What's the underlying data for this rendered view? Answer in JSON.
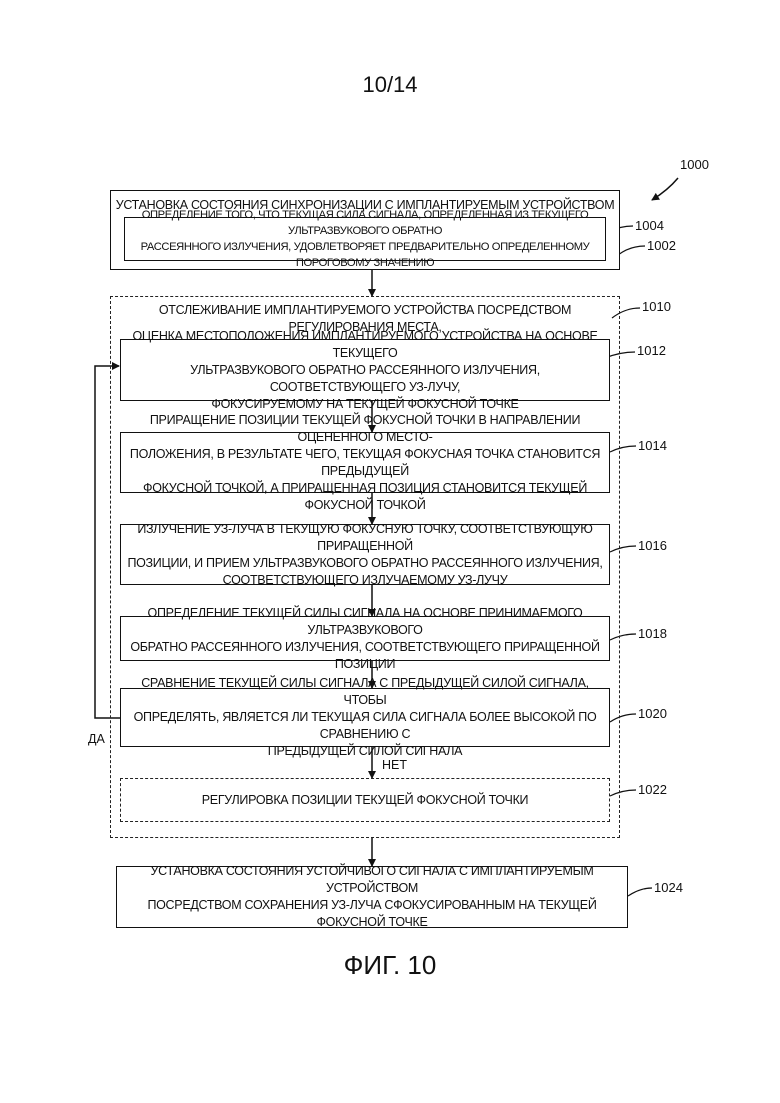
{
  "page_number": "10/14",
  "figure_ref": "1000",
  "figure_caption": "ФИГ. 10",
  "blocks": {
    "b1002": {
      "ref": "1002",
      "text": "УСТАНОВКА СОСТОЯНИЯ СИНХРОНИЗАЦИИ С ИМПЛАНТИРУЕМЫМ УСТРОЙСТВОМ"
    },
    "b1004": {
      "ref": "1004",
      "text": "ОПРЕДЕЛЕНИЕ ТОГО, ЧТО ТЕКУЩАЯ СИЛА СИГНАЛА, ОПРЕДЕЛЕННАЯ ИЗ ТЕКУЩЕГО УЛЬТРАЗВУКОВОГО ОБРАТНО\nРАССЕЯННОГО ИЗЛУЧЕНИЯ, УДОВЛЕТВОРЯЕТ ПРЕДВАРИТЕЛЬНО ОПРЕДЕЛЕННОМУ ПОРОГОВОМУ ЗНАЧЕНИЮ"
    },
    "b1010": {
      "ref": "1010",
      "text": "ОТСЛЕЖИВАНИЕ ИМПЛАНТИРУЕМОГО УСТРОЙСТВА ПОСРЕДСТВОМ РЕГУЛИРОВАНИЯ МЕСТА,\nКУДА УЗ-ЛУЧ ФОКУСИРУЕТСЯ"
    },
    "b1012": {
      "ref": "1012",
      "text": "ОЦЕНКА МЕСТОПОЛОЖЕНИЯ ИМПЛАНТИРУЕМОГО УСТРОЙСТВА НА ОСНОВЕ ТЕКУЩЕГО\nУЛЬТРАЗВУКОВОГО ОБРАТНО РАССЕЯННОГО ИЗЛУЧЕНИЯ, СООТВЕТСТВУЮЩЕГО УЗ-ЛУЧУ,\nФОКУСИРУЕМОМУ НА ТЕКУЩЕЙ ФОКУСНОЙ ТОЧКЕ"
    },
    "b1014": {
      "ref": "1014",
      "text": "ПРИРАЩЕНИЕ ПОЗИЦИИ ТЕКУЩЕЙ ФОКУСНОЙ ТОЧКИ В НАПРАВЛЕНИИ ОЦЕНЕННОГО МЕСТО-\nПОЛОЖЕНИЯ, В РЕЗУЛЬТАТЕ ЧЕГО, ТЕКУЩАЯ ФОКУСНАЯ ТОЧКА СТАНОВИТСЯ ПРЕДЫДУЩЕЙ\nФОКУСНОЙ ТОЧКОЙ, А ПРИРАЩЕННАЯ ПОЗИЦИЯ СТАНОВИТСЯ ТЕКУЩЕЙ ФОКУСНОЙ ТОЧКОЙ"
    },
    "b1016": {
      "ref": "1016",
      "text": "ИЗЛУЧЕНИЕ УЗ-ЛУЧА В ТЕКУЩУЮ ФОКУСНУЮ ТОЧКУ, СООТВЕТСТВУЮЩУЮ ПРИРАЩЕННОЙ\nПОЗИЦИИ, И ПРИЕМ УЛЬТРАЗВУКОВОГО ОБРАТНО РАССЕЯННОГО ИЗЛУЧЕНИЯ,\nСООТВЕТСТВУЮЩЕГО ИЗЛУЧАЕМОМУ УЗ-ЛУЧУ"
    },
    "b1018": {
      "ref": "1018",
      "text": "ОПРЕДЕЛЕНИЕ ТЕКУЩЕЙ СИЛЫ СИГНАЛА НА ОСНОВЕ ПРИНИМАЕМОГО УЛЬТРАЗВУКОВОГО\nОБРАТНО РАССЕЯННОГО ИЗЛУЧЕНИЯ, СООТВЕТСТВУЮЩЕГО ПРИРАЩЕННОЙ ПОЗИЦИИ"
    },
    "b1020": {
      "ref": "1020",
      "text": "СРАВНЕНИЕ ТЕКУЩЕЙ СИЛЫ СИГНАЛА С ПРЕДЫДУЩЕЙ СИЛОЙ СИГНАЛА, ЧТОБЫ\nОПРЕДЕЛЯТЬ, ЯВЛЯЕТСЯ ЛИ ТЕКУЩАЯ СИЛА СИГНАЛА БОЛЕЕ ВЫСОКОЙ ПО СРАВНЕНИЮ С\nПРЕДЫДУЩЕЙ СИЛОЙ СИГНАЛА"
    },
    "b1022": {
      "ref": "1022",
      "text": "РЕГУЛИРОВКА ПОЗИЦИИ ТЕКУЩЕЙ ФОКУСНОЙ ТОЧКИ"
    },
    "b1024": {
      "ref": "1024",
      "text": "УСТАНОВКА СОСТОЯНИЯ УСТОЙЧИВОГО СИГНАЛА С ИМПЛАНТИРУЕМЫМ УСТРОЙСТВОМ\nПОСРЕДСТВОМ СОХРАНЕНИЯ УЗ-ЛУЧА СФОКУСИРОВАННЫМ НА ТЕКУЩЕЙ ФОКУСНОЙ ТОЧКЕ"
    }
  },
  "edge_labels": {
    "yes": "ДА",
    "no": "НЕТ"
  }
}
